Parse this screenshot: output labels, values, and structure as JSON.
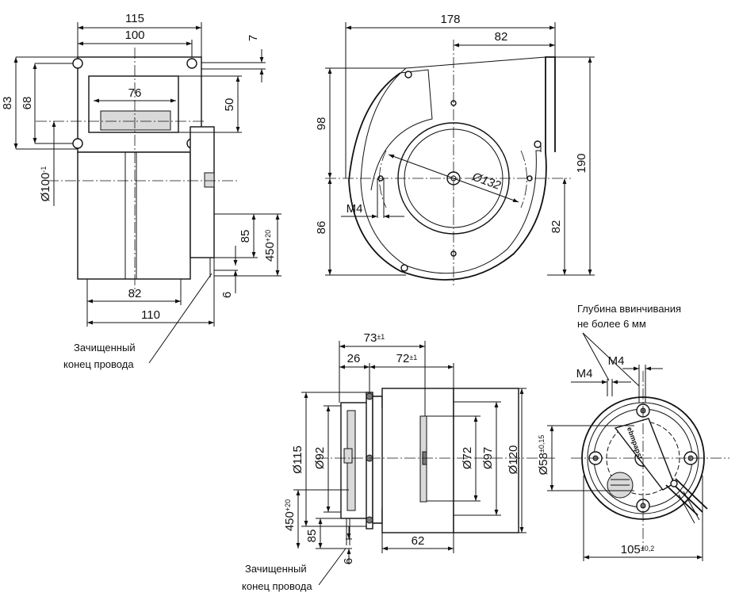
{
  "views": {
    "front": {
      "d115": "115",
      "d100": "100",
      "d7": "7",
      "d83": "83",
      "d68": "68",
      "d76": "76",
      "d50": "50",
      "d100tol": "Ø100",
      "d100tol_sup": "-1",
      "d85": "85",
      "d450": "450",
      "d450_sup": "+20",
      "d82": "82",
      "d6": "6",
      "d110": "110",
      "note_line1": "Зачищенный",
      "note_line2": "конец провода"
    },
    "scroll": {
      "d178": "178",
      "d82top": "82",
      "d98": "98",
      "d190": "190",
      "d132": "Ø132",
      "m4": "M4",
      "d86": "86",
      "d82side": "82"
    },
    "side": {
      "d73": "73",
      "d73_sup": "±1",
      "d26": "26",
      "d72": "72",
      "d72_sup": "±1",
      "d115": "Ø115",
      "d92": "Ø92",
      "d72dia": "Ø72",
      "d97": "Ø97",
      "d120": "Ø120",
      "d450": "450",
      "d450_sup": "+20",
      "d85": "85",
      "d6": "6",
      "d62": "62",
      "note_line1": "Зачищенный",
      "note_line2": "конец провода"
    },
    "rear": {
      "note_line1": "Глубина ввинчивания",
      "note_line2": "не более 6 мм",
      "m4_left": "M4",
      "m4_right": "M4",
      "d58": "Ø58",
      "d58_sup": "±0,15",
      "d105": "105",
      "d105_sup": "±0,2",
      "logo": "ebmpapst"
    }
  }
}
